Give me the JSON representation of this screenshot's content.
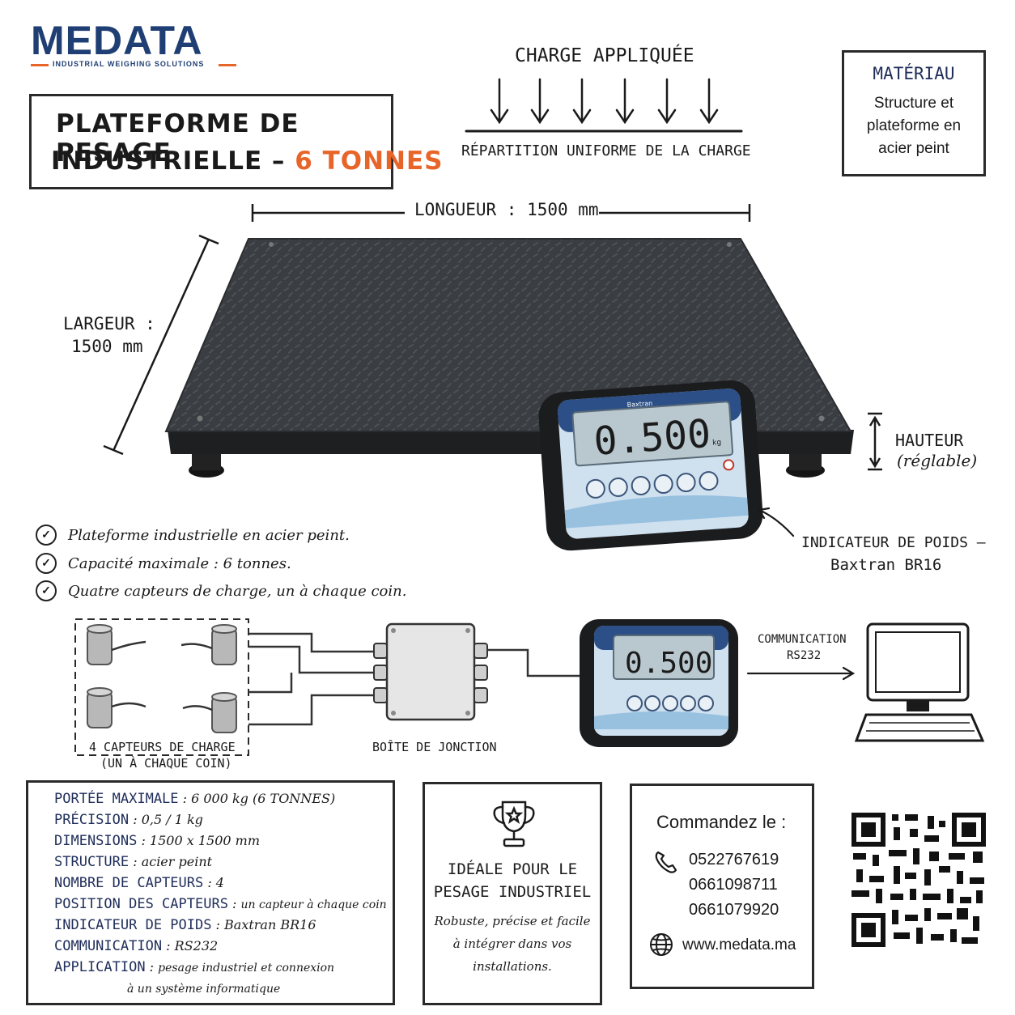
{
  "brand": {
    "name": "MEDATA",
    "tagline": "INDUSTRIAL WEIGHING SOLUTIONS",
    "color_primary": "#1f3e73",
    "color_accent": "#e8652a"
  },
  "title": {
    "line1": "PLATEFORME DE PESAGE",
    "line2_prefix": "INDUSTRIELLE – ",
    "line2_highlight": "6 TONNES"
  },
  "load": {
    "label": "CHARGE APPLIQUÉE",
    "distribution": "RÉPARTITION UNIFORME DE LA CHARGE"
  },
  "material": {
    "title": "MATÉRIAU",
    "text_line1": "Structure et",
    "text_line2": "plateforme en",
    "text_line3": "acier peint"
  },
  "dimensions": {
    "length_label": "LONGUEUR : 1500 mm",
    "width_label_line1": "LARGEUR :",
    "width_label_line2": "1500 mm",
    "height_label_line1": "HAUTEUR",
    "height_label_line2": "(réglable)"
  },
  "indicator": {
    "label_line1": "INDICATEUR DE POIDS –",
    "label_line2": "Baxtran BR16",
    "display_value": "0.500",
    "display_unit": "kg",
    "brand_text": "Baxtran"
  },
  "features": [
    "Plateforme industrielle en acier peint.",
    "Capacité maximale : 6 tonnes.",
    "Quatre capteurs de charge, un à chaque coin."
  ],
  "wiring": {
    "sensors_label_line1": "4 CAPTEURS DE CHARGE",
    "sensors_label_line2": "(UN À CHAQUE COIN)",
    "junction_label": "BOÎTE DE JONCTION",
    "comm_label_line1": "COMMUNICATION",
    "comm_label_line2": "RS232"
  },
  "specs": [
    {
      "key": "PORTÉE MAXIMALE",
      "value": "6 000 kg (6 TONNES)"
    },
    {
      "key": "PRÉCISION",
      "value": "0,5 / 1 kg"
    },
    {
      "key": "DIMENSIONS",
      "value": "1500 x 1500 mm"
    },
    {
      "key": "STRUCTURE",
      "value": "acier peint"
    },
    {
      "key": "NOMBRE DE CAPTEURS",
      "value": "4"
    },
    {
      "key": "POSITION DES CAPTEURS",
      "value": "un capteur à chaque coin"
    },
    {
      "key": "INDICATEUR DE POIDS",
      "value": "Baxtran BR16"
    },
    {
      "key": "COMMUNICATION",
      "value": "RS232"
    },
    {
      "key": "APPLICATION",
      "value": "pesage industriel et connexion",
      "value_cont": "à un système informatique"
    }
  ],
  "ideal": {
    "title_line1": "IDÉALE POUR LE",
    "title_line2": "PESAGE INDUSTRIEL",
    "text_line1": "Robuste, précise et facile",
    "text_line2": "à intégrer dans vos",
    "text_line3": "installations."
  },
  "order": {
    "title": "Commandez le :",
    "phones": [
      "0522767619",
      "0661098711",
      "0661079920"
    ],
    "website": "www.medata.ma"
  }
}
